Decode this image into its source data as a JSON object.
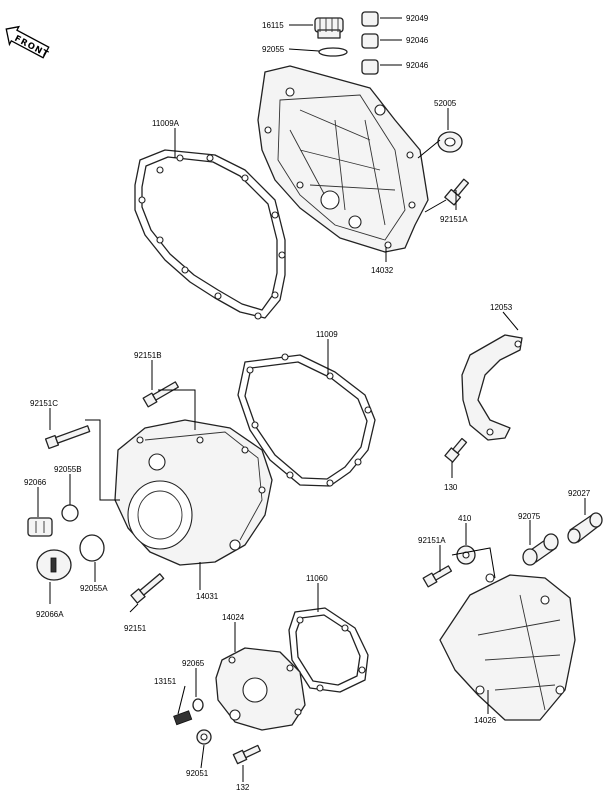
{
  "front_label": "FRONT",
  "labels": {
    "p16115": "16115",
    "p92049": "92049",
    "p92055_top": "92055",
    "p92046_a": "92046",
    "p92046_b": "92046",
    "p52005": "52005",
    "p11009A": "11009A",
    "p92151A_top": "92151A",
    "p14032": "14032",
    "p12053": "12053",
    "p11009": "11009",
    "p92151B": "92151B",
    "p92151C": "92151C",
    "p92055B": "92055B",
    "p92066": "92066",
    "p130": "130",
    "p92027": "92027",
    "p410": "410",
    "p92075": "92075",
    "p92151A_mid": "92151A",
    "p92055A": "92055A",
    "p92066A": "92066A",
    "p14031": "14031",
    "p11060": "11060",
    "p92151": "92151",
    "p14024": "14024",
    "p92065": "92065",
    "p13151": "13151",
    "p14026": "14026",
    "p92051": "92051",
    "p132": "132"
  }
}
